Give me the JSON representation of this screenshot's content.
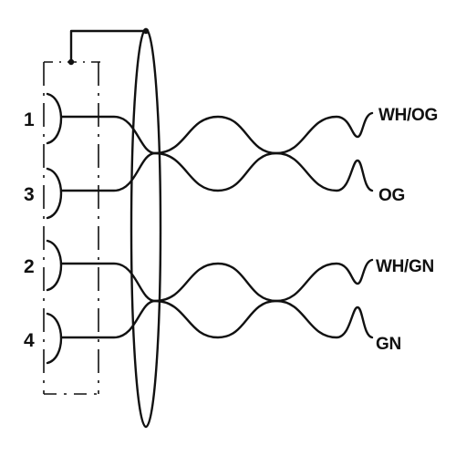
{
  "pins": [
    {
      "number": "1"
    },
    {
      "number": "3"
    },
    {
      "number": "2"
    },
    {
      "number": "4"
    }
  ],
  "wires": [
    {
      "label": "WH/OG"
    },
    {
      "label": "OG"
    },
    {
      "label": "WH/GN"
    },
    {
      "label": "GN"
    }
  ],
  "colors": {
    "ink": "#111111",
    "background": "#ffffff"
  }
}
